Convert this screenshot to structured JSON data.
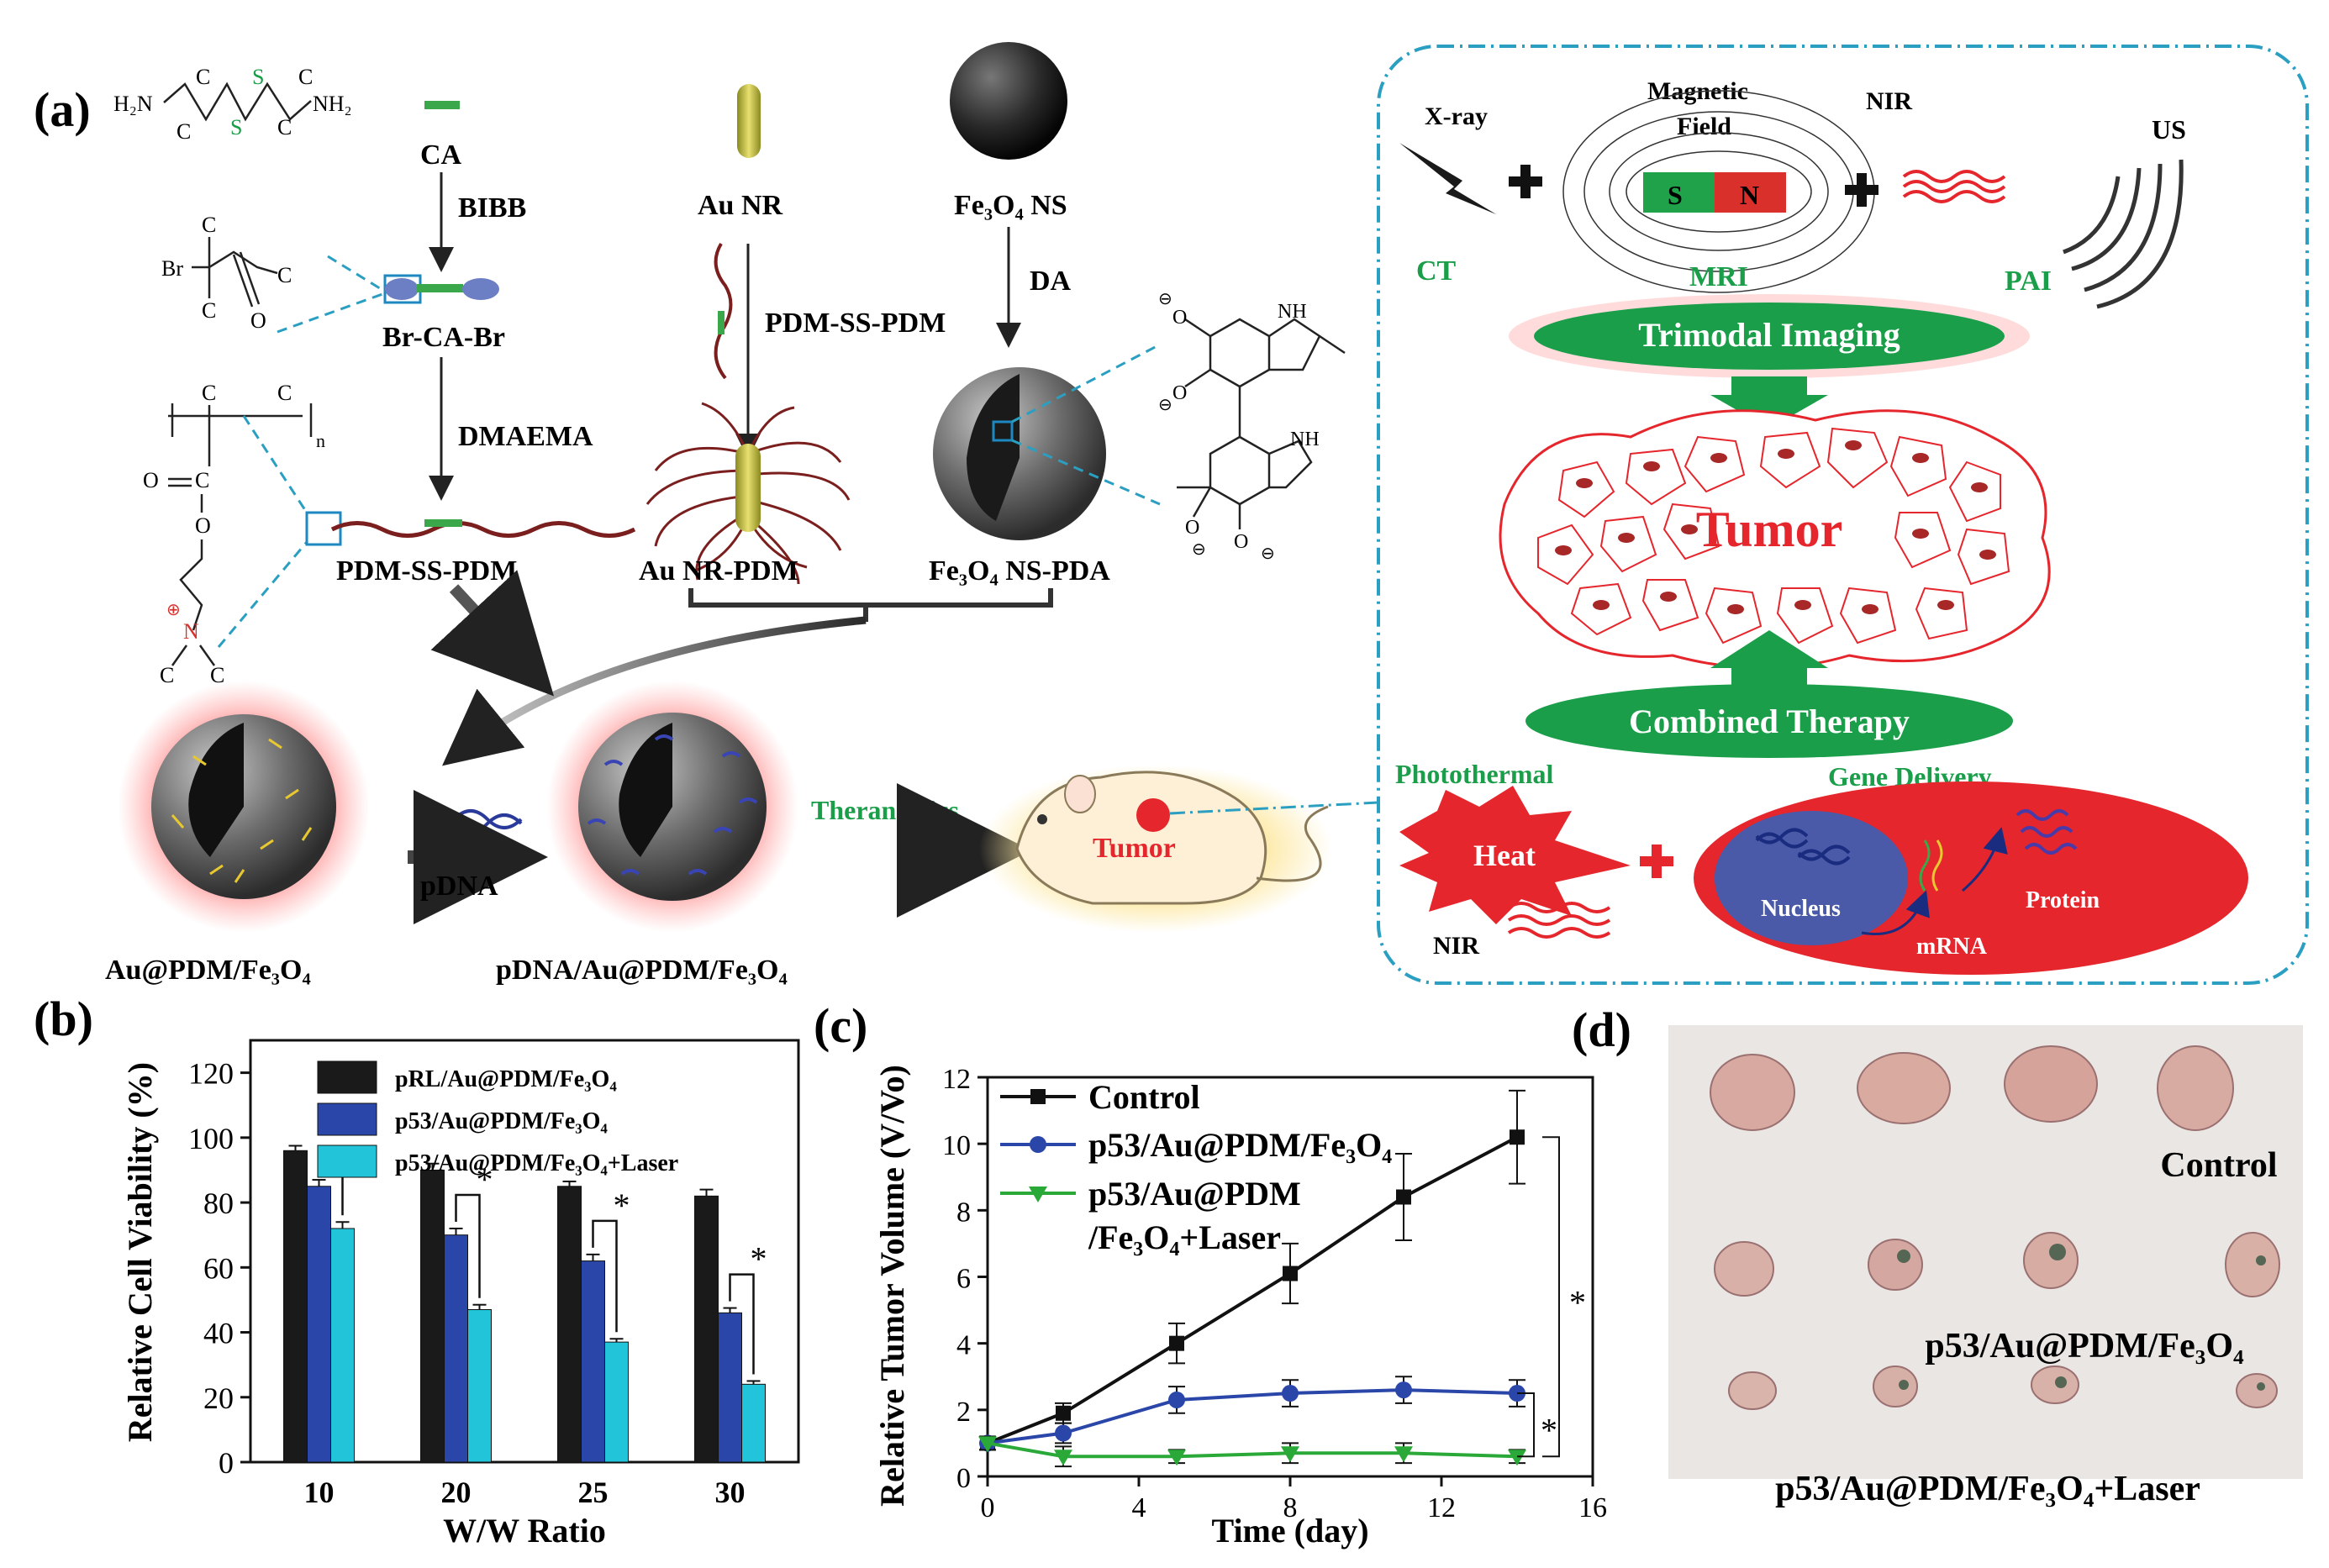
{
  "panels": {
    "a": "(a)",
    "b": "(b)",
    "c": "(c)",
    "d": "(d)"
  },
  "scheme": {
    "ca_formula_left": "H₂N",
    "ca_formula_right": "NH₂",
    "ca_atoms": [
      "C",
      "C",
      "S",
      "S",
      "C",
      "C"
    ],
    "ca": "CA",
    "bibb": "BIBB",
    "br_ca_br": "Br-CA-Br",
    "dmaema": "DMAEMA",
    "pdm_ss_pdm_bottom": "PDM-SS-PDM",
    "au_nr": "Au NR",
    "pdm_ss_pdm_mid": "PDM-SS-PDM",
    "au_nr_pdm": "Au NR-PDM",
    "fe3o4_ns": "Fe₃O₄ NS",
    "da": "DA",
    "fe3o4_ns_pda": "Fe₃O₄ NS-PDA",
    "bromo": {
      "br": "Br",
      "c": "C",
      "o": "O"
    },
    "polymer": {
      "n": "n",
      "o": "O",
      "c": "C",
      "n_plus": "N"
    },
    "pda": {
      "nh": "NH",
      "o": "O",
      "minus": "⊖"
    },
    "au_pdm_fe": "Au@PDM/Fe₃O₄",
    "pdna": "pDNA",
    "pdna_au_pdm_fe": "pDNA/Au@PDM/Fe₃O₄",
    "theranostics": "Theranostics",
    "tumor_mouse": "Tumor"
  },
  "imaging": {
    "xray": "X-ray",
    "magnetic": "Magnetic",
    "field": "Field",
    "nir_top": "NIR",
    "us": "US",
    "s": "S",
    "n": "N",
    "ct": "CT",
    "mri": "MRI",
    "pai": "PAI",
    "trimodal": "Trimodal Imaging",
    "tumor": "Tumor",
    "combined": "Combined Therapy",
    "photothermal": "Photothermal",
    "gene_delivery": "Gene Delivery",
    "heat": "Heat",
    "nir_bottom": "NIR",
    "nucleus": "Nucleus",
    "protein": "Protein",
    "mrna": "mRNA",
    "colors": {
      "accent_green": "#1a9e49",
      "tumor_red": "#e5262c",
      "frame_blue": "#2a9fc2",
      "magnet_red": "#d9302c"
    }
  },
  "chart_data": [
    {
      "type": "bar",
      "panel": "b",
      "categories": [
        "10",
        "20",
        "25",
        "30"
      ],
      "series": [
        {
          "name": "pRL/Au@PDM/Fe₃O₄",
          "values": [
            96,
            90,
            85,
            82
          ],
          "errors": [
            1.5,
            2,
            1.5,
            2
          ],
          "color": "#1a1a1a"
        },
        {
          "name": "p53/Au@PDM/Fe₃O₄",
          "values": [
            85,
            70,
            62,
            46
          ],
          "errors": [
            2,
            2,
            2,
            1.5
          ],
          "color": "#2a46a8"
        },
        {
          "name": "p53/Au@PDM/Fe₃O₄+Laser",
          "values": [
            72,
            47,
            37,
            24
          ],
          "errors": [
            2,
            1.5,
            1,
            1
          ],
          "color": "#21c4d8"
        }
      ],
      "significance": "*",
      "xlabel": "W/W  Ratio",
      "ylabel": "Relative Cell Viability (%)",
      "ylim": [
        0,
        130
      ],
      "yticks": [
        "0",
        "20",
        "40",
        "60",
        "80",
        "100",
        "120"
      ],
      "legend": "top"
    },
    {
      "type": "line",
      "panel": "c",
      "x": [
        0,
        2,
        5,
        8,
        11,
        14
      ],
      "series": [
        {
          "name": "Control",
          "values": [
            1.0,
            1.9,
            4.0,
            6.1,
            8.4,
            10.2
          ],
          "errors": [
            0.2,
            0.3,
            0.6,
            0.9,
            1.3,
            1.4
          ],
          "color": "#111111",
          "marker": "square"
        },
        {
          "name": "p53/Au@PDM/Fe₃O₄",
          "values": [
            1.0,
            1.3,
            2.3,
            2.5,
            2.6,
            2.5
          ],
          "errors": [
            0.2,
            0.3,
            0.4,
            0.4,
            0.4,
            0.4
          ],
          "color": "#2a46a8",
          "marker": "circle"
        },
        {
          "name": "p53/Au@PDM\n/Fe₃O₄+Laser",
          "values": [
            1.0,
            0.6,
            0.6,
            0.7,
            0.7,
            0.6
          ],
          "errors": [
            0.2,
            0.3,
            0.2,
            0.3,
            0.3,
            0.2
          ],
          "color": "#2aa838",
          "marker": "triangle-down"
        }
      ],
      "significance": "*",
      "xlabel": "Time (day)",
      "ylabel": "Relative Tumor Volume (V/Vo)",
      "xlim": [
        0,
        16
      ],
      "ylim": [
        0,
        12
      ],
      "xticks": [
        "0",
        "4",
        "8",
        "12",
        "16"
      ],
      "yticks": [
        "0",
        "2",
        "4",
        "6",
        "8",
        "10",
        "12"
      ]
    }
  ],
  "photo": {
    "control": "Control",
    "p53": "p53/Au@PDM/Fe₃O₄",
    "p53_laser": "p53/Au@PDM/Fe₃O₄+Laser"
  }
}
